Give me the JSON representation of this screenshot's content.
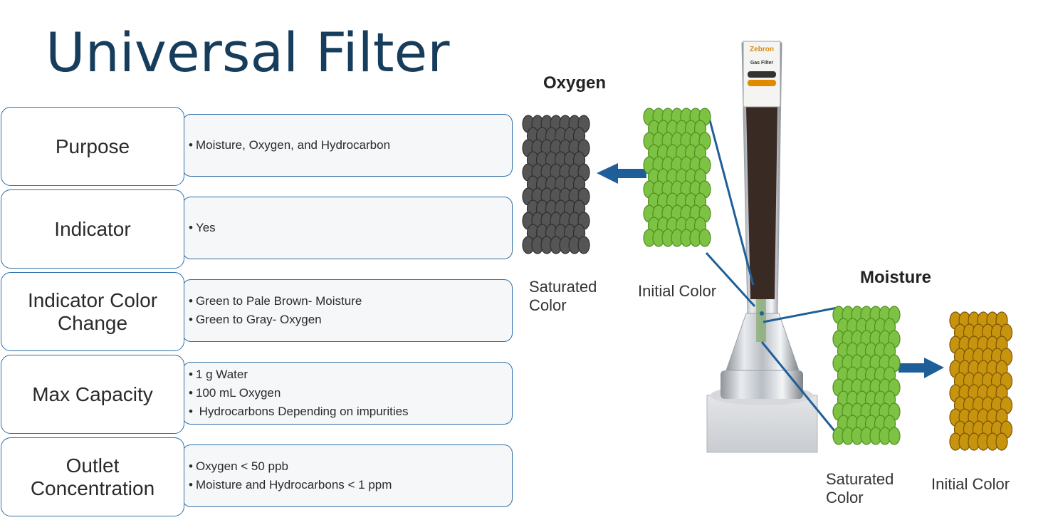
{
  "title": "Universal Filter",
  "rows": [
    {
      "label": "Purpose",
      "items": [
        "Moisture, Oxygen, and Hydrocarbon"
      ]
    },
    {
      "label": "Indicator",
      "items": [
        "Yes"
      ]
    },
    {
      "label_lines": [
        "Indicator Color",
        "Change"
      ],
      "items": [
        "Green to Pale Brown- Moisture",
        "Green to Gray- Oxygen"
      ]
    },
    {
      "label": "Max Capacity",
      "items": [
        "1 g Water",
        "100 mL Oxygen",
        " Hydrocarbons Depending on impurities"
      ]
    },
    {
      "label_lines": [
        "Outlet",
        "Concentration"
      ],
      "items": [
        "Oxygen < 50 ppb",
        "Moisture and Hydrocarbons < 1 ppm"
      ]
    }
  ],
  "oxygen": {
    "heading": "Oxygen",
    "saturated": [
      "Saturated",
      "Color"
    ],
    "initial": "Initial Color"
  },
  "moisture": {
    "heading": "Moisture",
    "saturated": [
      "Saturated",
      "Color"
    ],
    "initial": "Initial Color"
  },
  "filter_label": {
    "brand": "Zebron",
    "text": "Gas Filter"
  },
  "colors": {
    "title": "#173d5c",
    "border": "#2f6fa8",
    "arrow": "#1f5f99",
    "gray": "#555555",
    "green": "#7dc242",
    "amber": "#c8940e"
  }
}
